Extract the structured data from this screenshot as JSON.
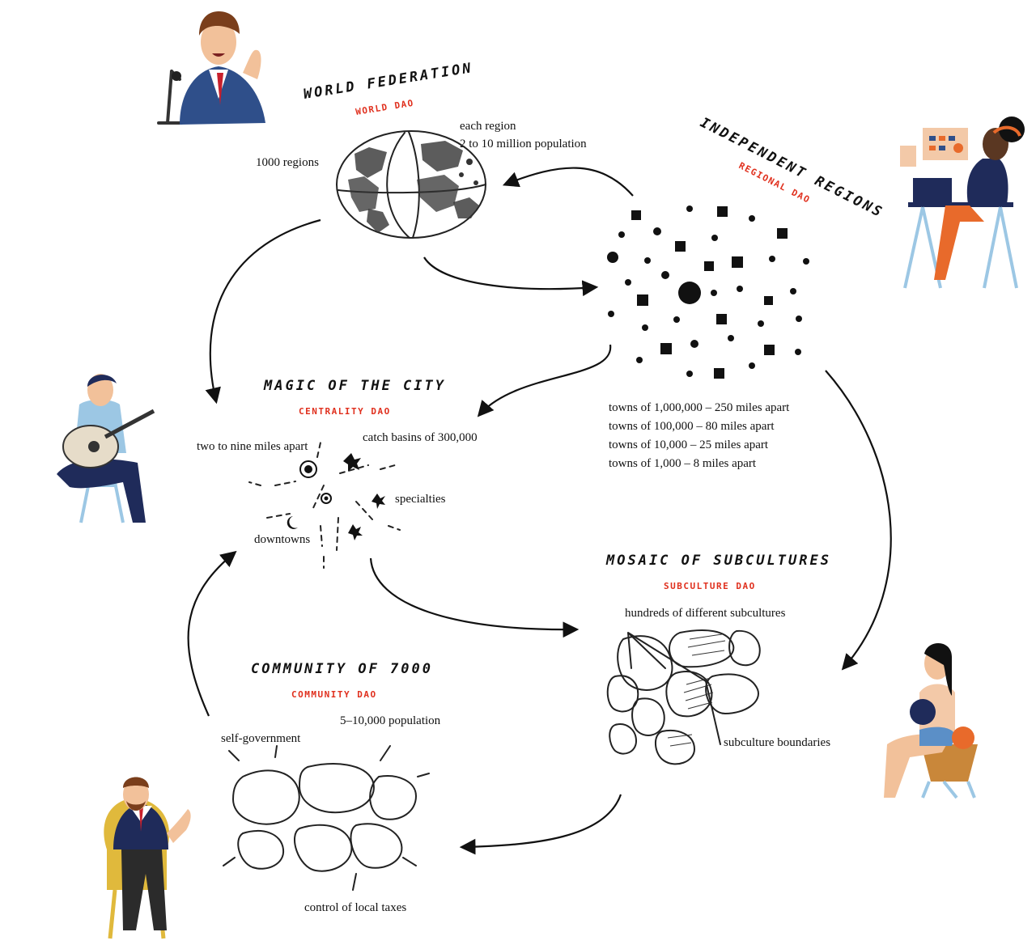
{
  "nodes": {
    "world": {
      "title": "WORLD FEDERATION",
      "dao": "WORLD DAO",
      "labels": [
        "1000 regions",
        "each region",
        "2 to 10 million population"
      ]
    },
    "regions": {
      "title": "INDEPENDENT REGIONS",
      "dao": "REGIONAL DAO",
      "labels": [
        "towns of 1,000,000 – 250 miles apart",
        "towns of 100,000 – 80 miles apart",
        "towns of 10,000 – 25 miles apart",
        "towns of 1,000 – 8 miles apart"
      ]
    },
    "city": {
      "title": "MAGIC OF THE CITY",
      "dao": "CENTRALITY DAO",
      "labels": [
        "two to nine miles apart",
        "catch basins of 300,000",
        "specialties",
        "downtowns"
      ]
    },
    "subcultures": {
      "title": "MOSAIC OF SUBCULTURES",
      "dao": "SUBCULTURE DAO",
      "labels": [
        "hundreds of different subcultures",
        "subculture boundaries"
      ]
    },
    "community": {
      "title": "COMMUNITY OF 7000",
      "dao": "COMMUNITY DAO",
      "labels": [
        "5–10,000 population",
        "self-government",
        "control of local taxes"
      ]
    }
  },
  "colors": {
    "dao_red": "#e0301e",
    "suit_blue": "#2f4f8a",
    "navy": "#1f2b5a",
    "orange": "#e86a2b",
    "sky": "#9cc7e4",
    "mustard": "#e0b93c",
    "skin_light": "#f2c19a",
    "skin_dark": "#5a3722"
  },
  "figures": [
    "speaker-with-microphone-figure",
    "woman-at-laptop-figure",
    "guitar-player-figure",
    "woman-knitting-figure",
    "man-in-armchair-figure"
  ]
}
